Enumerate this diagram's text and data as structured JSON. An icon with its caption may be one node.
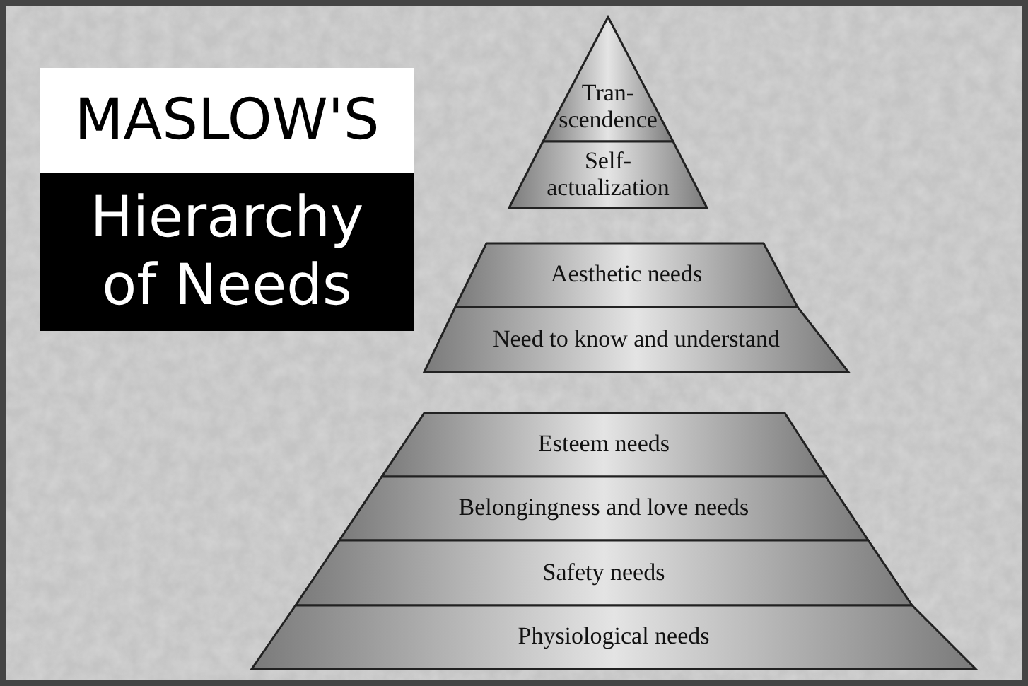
{
  "diagram": {
    "nodes": [
      {
        "text": [
          "MASLOW'S"
        ]
      },
      {
        "text": [
          "Hierarchy of Needs"
        ]
      },
      {
        "text": [
          "Tran-scendence"
        ]
      },
      {
        "text": [
          "Self-actualization"
        ]
      },
      {
        "text": [
          "Aesthetic needs"
        ]
      },
      {
        "text": [
          "Need to know and understand"
        ]
      },
      {
        "text": [
          "Esteem needs"
        ]
      },
      {
        "text": [
          "Belongingness and love needs"
        ]
      },
      {
        "text": [
          "Safety needs"
        ]
      },
      {
        "text": [
          "Physiological needs"
        ]
      }
    ]
  }
}
